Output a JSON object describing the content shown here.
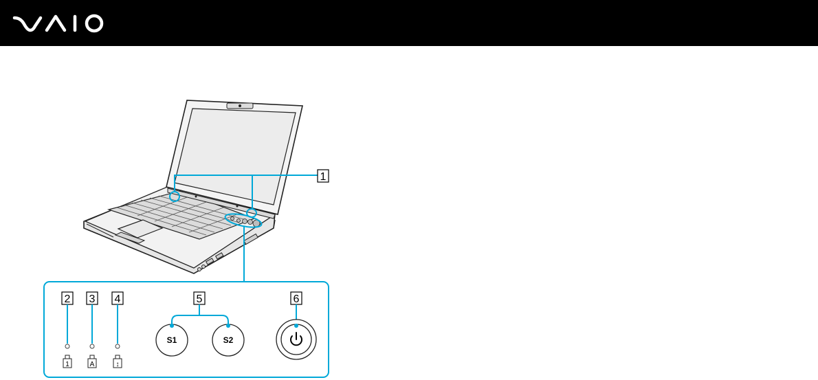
{
  "brand": {
    "logo_text": "VAIO",
    "header_color": "#000000",
    "callout_color": "#00a8d8"
  },
  "callouts": [
    {
      "number": "1"
    },
    {
      "number": "2"
    },
    {
      "number": "3"
    },
    {
      "number": "4"
    },
    {
      "number": "5"
    },
    {
      "number": "6"
    }
  ],
  "buttons": {
    "s1_label": "S1",
    "s2_label": "S2"
  },
  "indicators": [
    {
      "icon": "num-lock-icon",
      "glyph": "1"
    },
    {
      "icon": "caps-lock-icon",
      "glyph": "A"
    },
    {
      "icon": "scroll-lock-icon",
      "glyph": "↕"
    }
  ]
}
